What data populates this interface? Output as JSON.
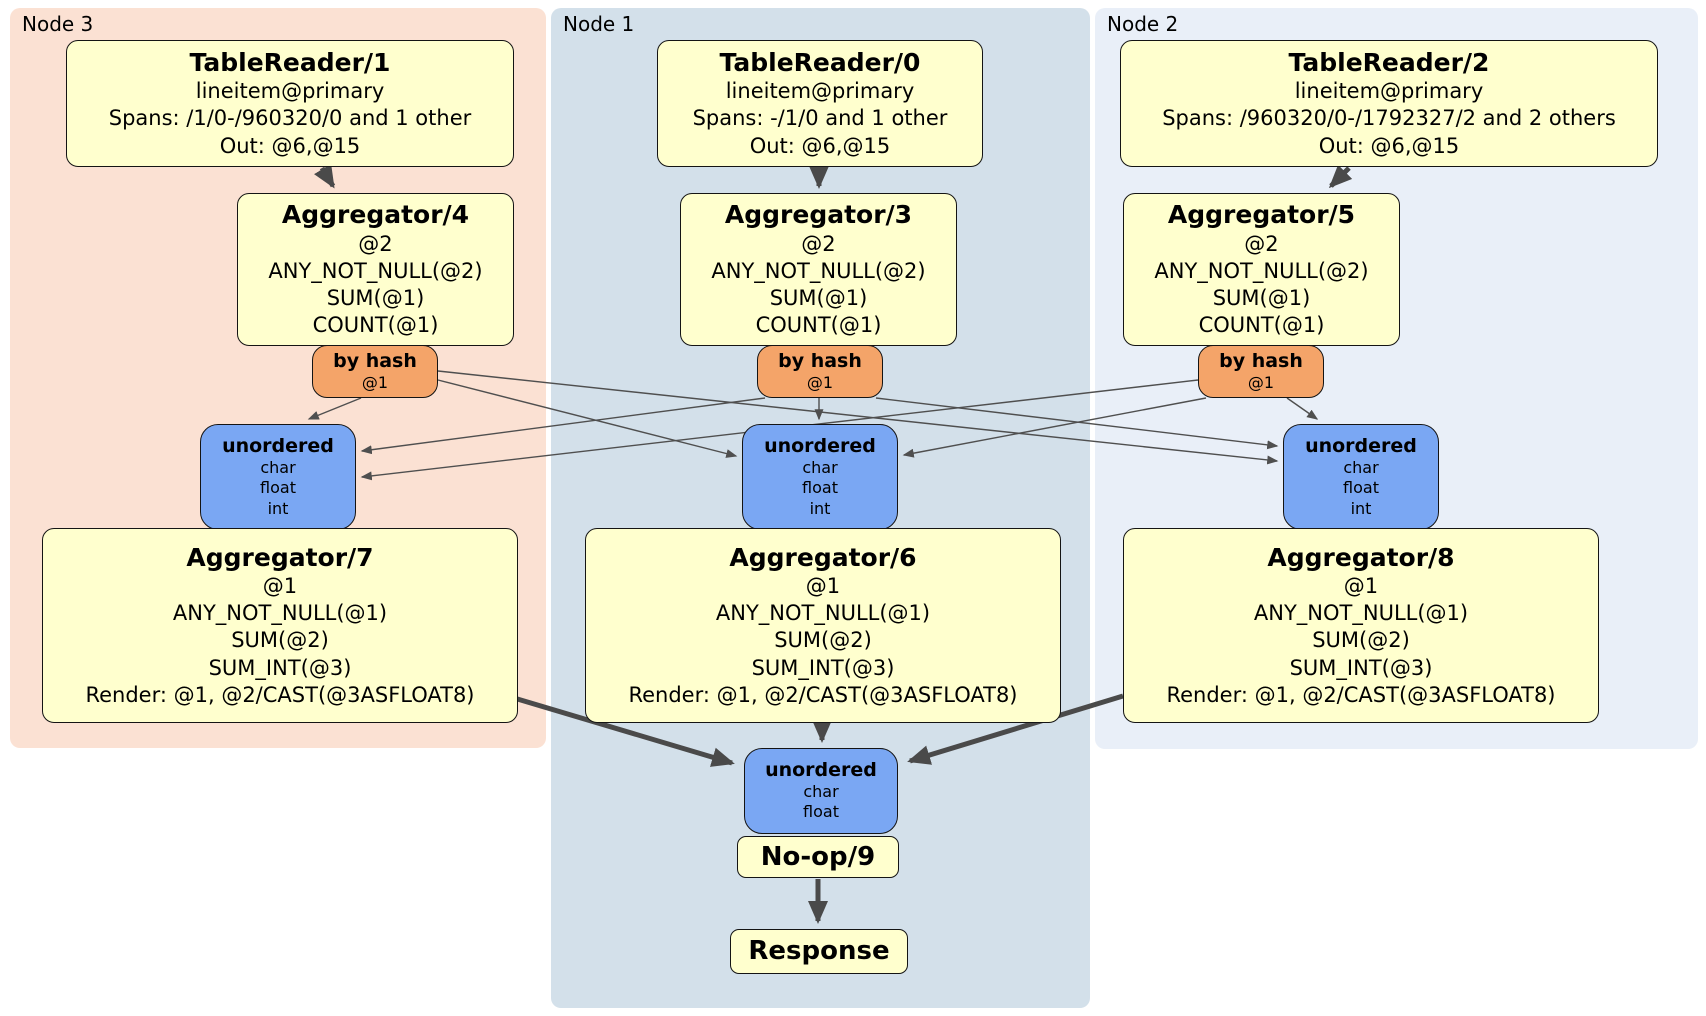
{
  "colors": {
    "node3_bg": "#fbe1d3",
    "node1_bg": "#d3e0ea",
    "node2_bg": "#e9eff8",
    "operator_fill": "#ffffce",
    "router_fill": "#f4a469",
    "sync_fill": "#7aa7f3",
    "edge": "#4a4a4a"
  },
  "nodes": {
    "node3": {
      "label": "Node 3",
      "tablereader": {
        "title": "TableReader/1",
        "lines": [
          "lineitem@primary",
          "Spans: /1/0-/960320/0 and 1 other",
          "Out: @6,@15"
        ]
      },
      "aggregator_top": {
        "title": "Aggregator/4",
        "lines": [
          "@2",
          "ANY_NOT_NULL(@2)",
          "SUM(@1)",
          "COUNT(@1)"
        ]
      },
      "router": {
        "title": "by hash",
        "lines": [
          "@1"
        ]
      },
      "sync": {
        "title": "unordered",
        "lines": [
          "char",
          "float",
          "int"
        ]
      },
      "aggregator_bottom": {
        "title": "Aggregator/7",
        "lines": [
          "@1",
          "ANY_NOT_NULL(@1)",
          "SUM(@2)",
          "SUM_INT(@3)",
          "Render: @1, @2/CAST(@3ASFLOAT8)"
        ]
      }
    },
    "node1": {
      "label": "Node 1",
      "tablereader": {
        "title": "TableReader/0",
        "lines": [
          "lineitem@primary",
          "Spans: -/1/0 and 1 other",
          "Out: @6,@15"
        ]
      },
      "aggregator_top": {
        "title": "Aggregator/3",
        "lines": [
          "@2",
          "ANY_NOT_NULL(@2)",
          "SUM(@1)",
          "COUNT(@1)"
        ]
      },
      "router": {
        "title": "by hash",
        "lines": [
          "@1"
        ]
      },
      "sync": {
        "title": "unordered",
        "lines": [
          "char",
          "float",
          "int"
        ]
      },
      "aggregator_bottom": {
        "title": "Aggregator/6",
        "lines": [
          "@1",
          "ANY_NOT_NULL(@1)",
          "SUM(@2)",
          "SUM_INT(@3)",
          "Render: @1, @2/CAST(@3ASFLOAT8)"
        ]
      },
      "final_sync": {
        "title": "unordered",
        "lines": [
          "char",
          "float"
        ]
      },
      "noop": {
        "title": "No-op/9"
      },
      "response": {
        "title": "Response"
      }
    },
    "node2": {
      "label": "Node 2",
      "tablereader": {
        "title": "TableReader/2",
        "lines": [
          "lineitem@primary",
          "Spans: /960320/0-/1792327/2 and 2 others",
          "Out: @6,@15"
        ]
      },
      "aggregator_top": {
        "title": "Aggregator/5",
        "lines": [
          "@2",
          "ANY_NOT_NULL(@2)",
          "SUM(@1)",
          "COUNT(@1)"
        ]
      },
      "router": {
        "title": "by hash",
        "lines": [
          "@1"
        ]
      },
      "sync": {
        "title": "unordered",
        "lines": [
          "char",
          "float",
          "int"
        ]
      },
      "aggregator_bottom": {
        "title": "Aggregator/8",
        "lines": [
          "@1",
          "ANY_NOT_NULL(@1)",
          "SUM(@2)",
          "SUM_INT(@3)",
          "Render: @1, @2/CAST(@3ASFLOAT8)"
        ]
      }
    }
  }
}
